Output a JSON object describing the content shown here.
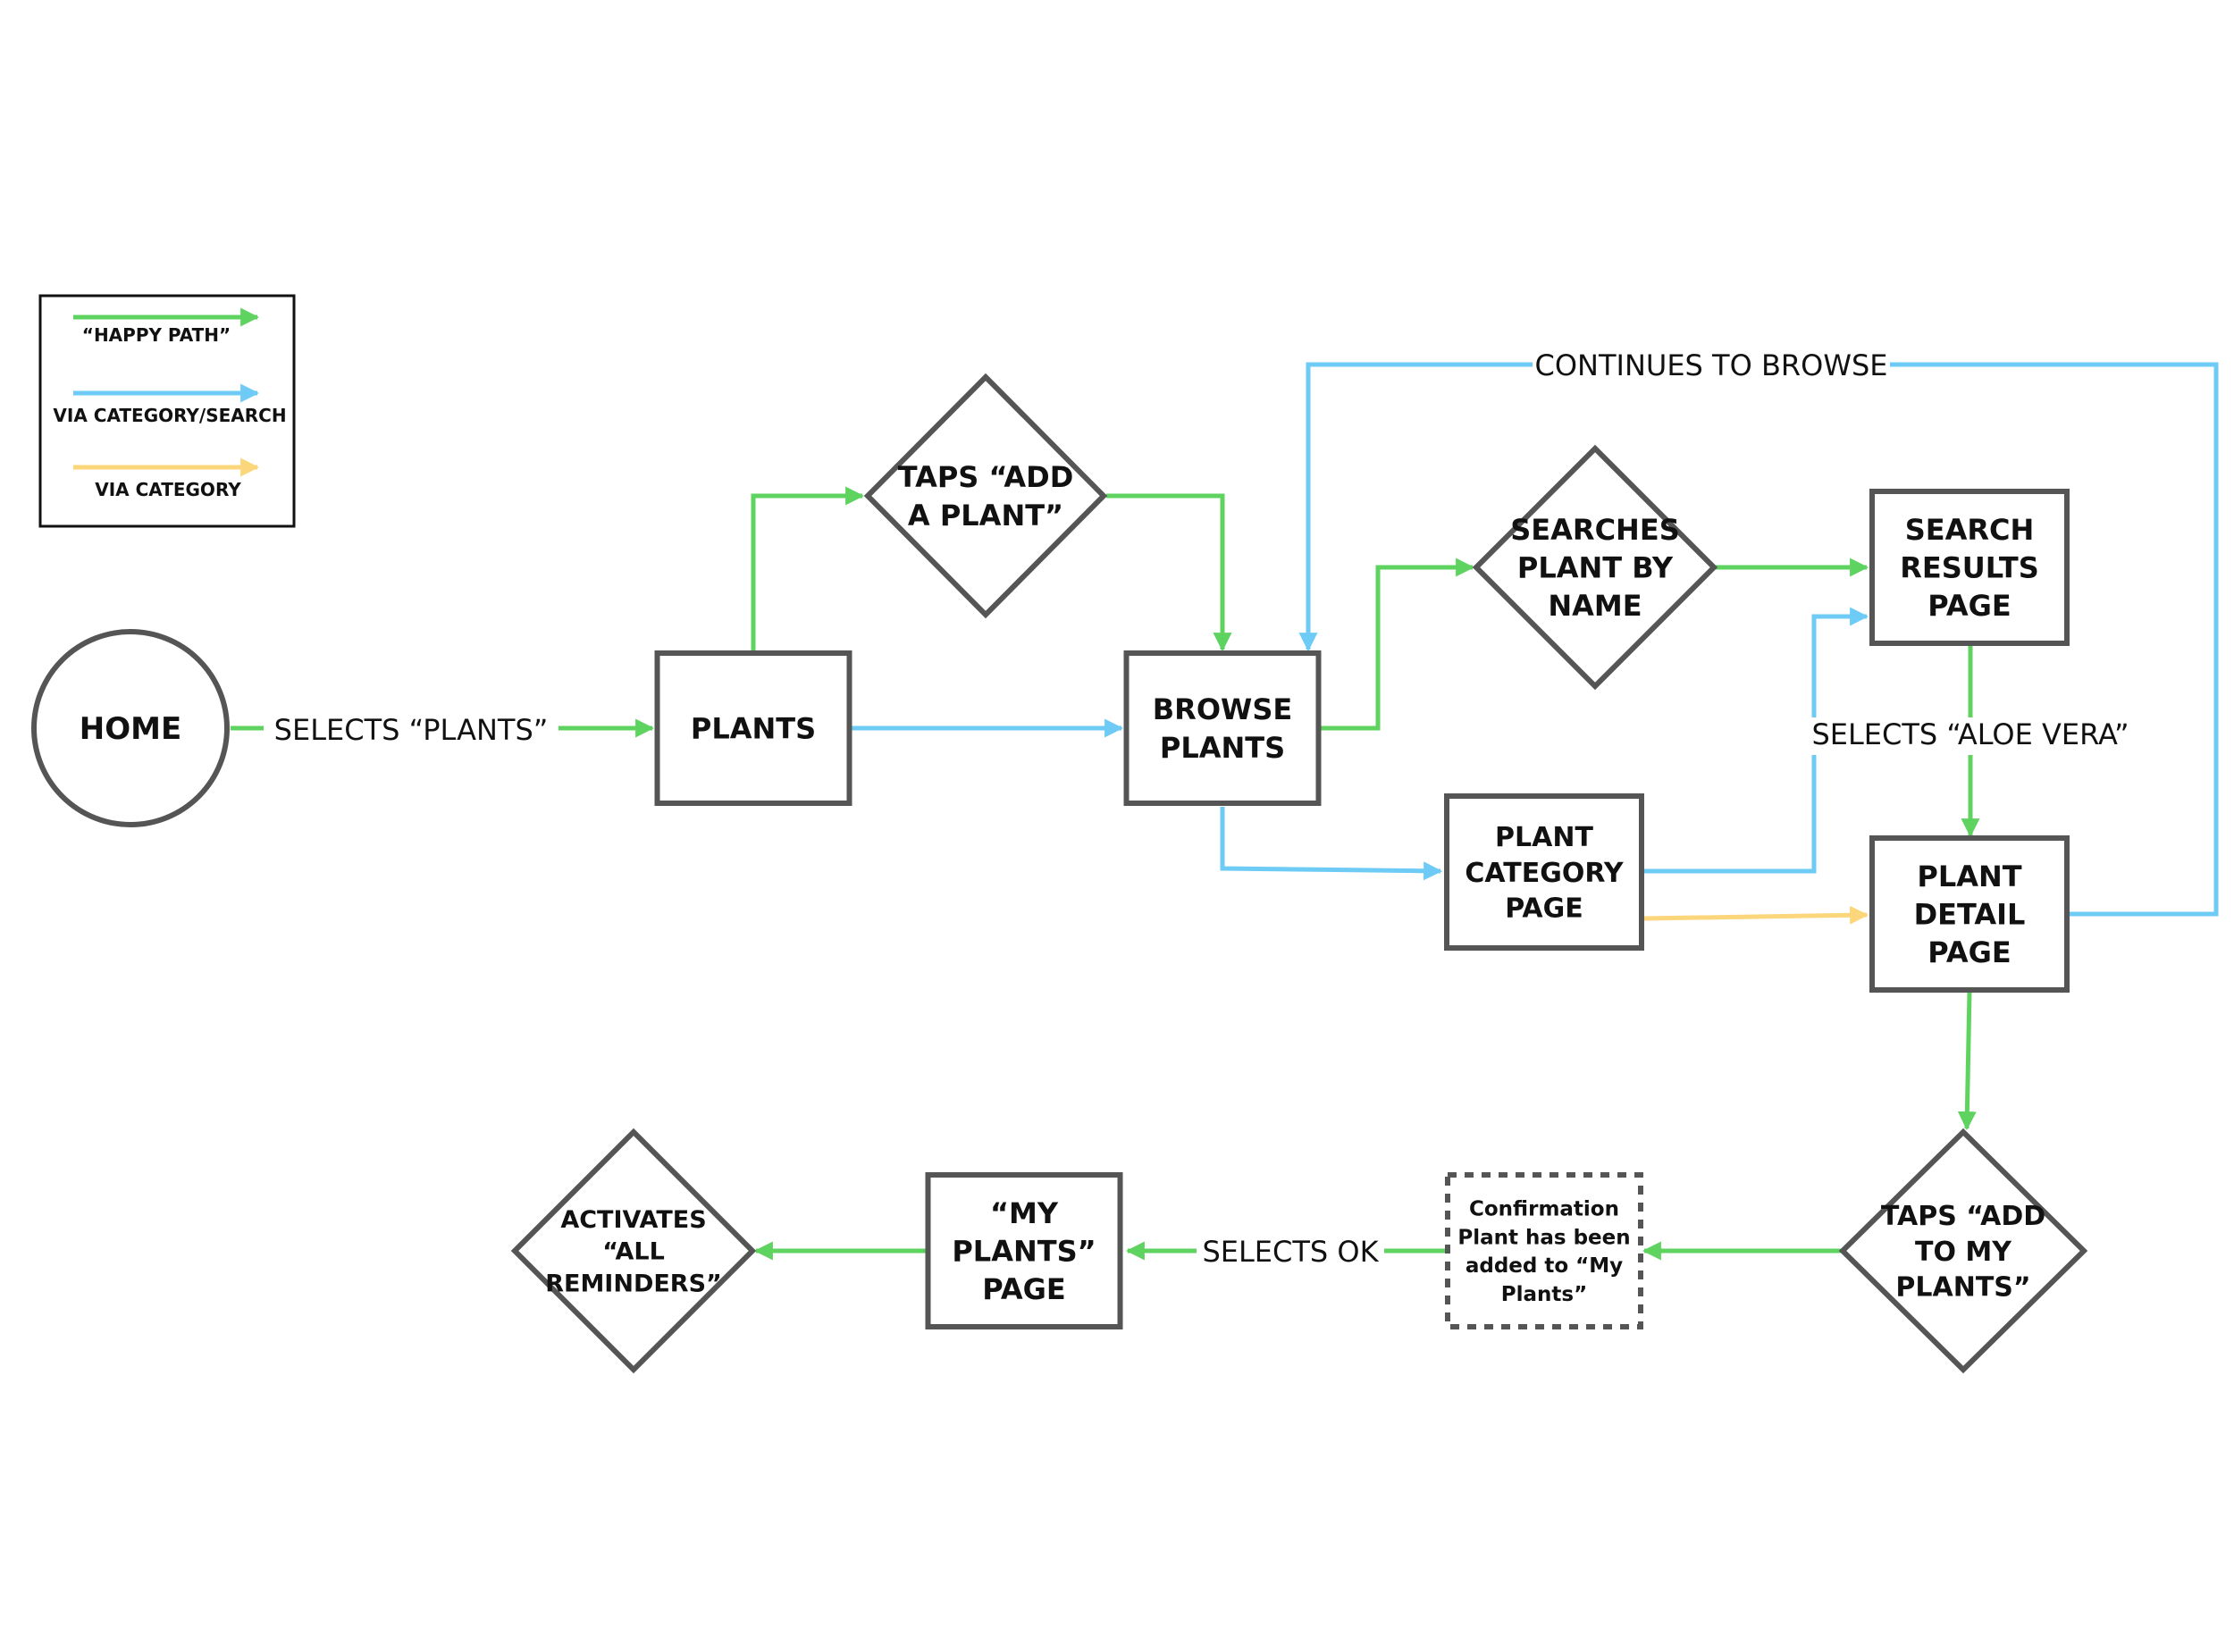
{
  "colors": {
    "happy_path": "#5fd35f",
    "category_search": "#6ecbf5",
    "category": "#fcd67a",
    "node_stroke": "#555555",
    "text": "#111111"
  },
  "legend": [
    {
      "label": "“HAPPY PATH”",
      "color_key": "happy_path"
    },
    {
      "label": "VIA CATEGORY/SEARCH",
      "color_key": "category_search"
    },
    {
      "label": "VIA CATEGORY",
      "color_key": "category"
    }
  ],
  "nodes": {
    "home": {
      "shape": "circle",
      "lines": [
        "HOME"
      ]
    },
    "plants": {
      "shape": "rect",
      "lines": [
        "PLANTS"
      ]
    },
    "taps_add_plant": {
      "shape": "diamond",
      "lines": [
        "TAPS “ADD",
        "A PLANT”"
      ]
    },
    "browse_plants": {
      "shape": "rect",
      "lines": [
        "BROWSE",
        "PLANTS"
      ]
    },
    "searches_plant": {
      "shape": "diamond",
      "lines": [
        "SEARCHES",
        "PLANT BY",
        "NAME"
      ]
    },
    "search_results": {
      "shape": "rect",
      "lines": [
        "SEARCH",
        "RESULTS",
        "PAGE"
      ]
    },
    "plant_category": {
      "shape": "rect",
      "lines": [
        "PLANT",
        "CATEGORY",
        "PAGE"
      ]
    },
    "plant_detail": {
      "shape": "rect",
      "lines": [
        "PLANT",
        "DETAIL",
        "PAGE"
      ]
    },
    "taps_add_my_plants": {
      "shape": "diamond",
      "lines": [
        "TAPS “ADD",
        "TO MY",
        "PLANTS”"
      ]
    },
    "confirmation": {
      "shape": "dashed-rect",
      "lines": [
        "Confirmation",
        "Plant has been",
        "added to “My",
        "Plants”"
      ]
    },
    "my_plants_page": {
      "shape": "rect",
      "lines": [
        "“MY",
        "PLANTS”",
        "PAGE"
      ]
    },
    "activates_reminders": {
      "shape": "diamond",
      "lines": [
        "ACTIVATES",
        "“ALL",
        "REMINDERS”"
      ]
    }
  },
  "edges": [
    {
      "from": "home",
      "to": "plants",
      "kind": "happy_path",
      "label": "SELECTS “PLANTS”"
    },
    {
      "from": "plants",
      "to": "taps_add_plant",
      "kind": "happy_path",
      "label": ""
    },
    {
      "from": "taps_add_plant",
      "to": "browse_plants",
      "kind": "happy_path",
      "label": ""
    },
    {
      "from": "plants",
      "to": "browse_plants",
      "kind": "category_search",
      "label": ""
    },
    {
      "from": "browse_plants",
      "to": "searches_plant",
      "kind": "happy_path",
      "label": ""
    },
    {
      "from": "searches_plant",
      "to": "search_results",
      "kind": "happy_path",
      "label": ""
    },
    {
      "from": "browse_plants",
      "to": "plant_category",
      "kind": "category_search",
      "label": ""
    },
    {
      "from": "plant_category",
      "to": "search_results",
      "kind": "category_search",
      "label": ""
    },
    {
      "from": "plant_category",
      "to": "plant_detail",
      "kind": "category",
      "label": ""
    },
    {
      "from": "search_results",
      "to": "plant_detail",
      "kind": "happy_path",
      "label": "SELECTS “ALOE VERA”"
    },
    {
      "from": "plant_detail",
      "to": "browse_plants",
      "kind": "category_search",
      "label": "CONTINUES TO BROWSE"
    },
    {
      "from": "plant_detail",
      "to": "taps_add_my_plants",
      "kind": "happy_path",
      "label": ""
    },
    {
      "from": "taps_add_my_plants",
      "to": "confirmation",
      "kind": "happy_path",
      "label": ""
    },
    {
      "from": "confirmation",
      "to": "my_plants_page",
      "kind": "happy_path",
      "label": "SELECTS OK"
    },
    {
      "from": "my_plants_page",
      "to": "activates_reminders",
      "kind": "happy_path",
      "label": ""
    }
  ]
}
